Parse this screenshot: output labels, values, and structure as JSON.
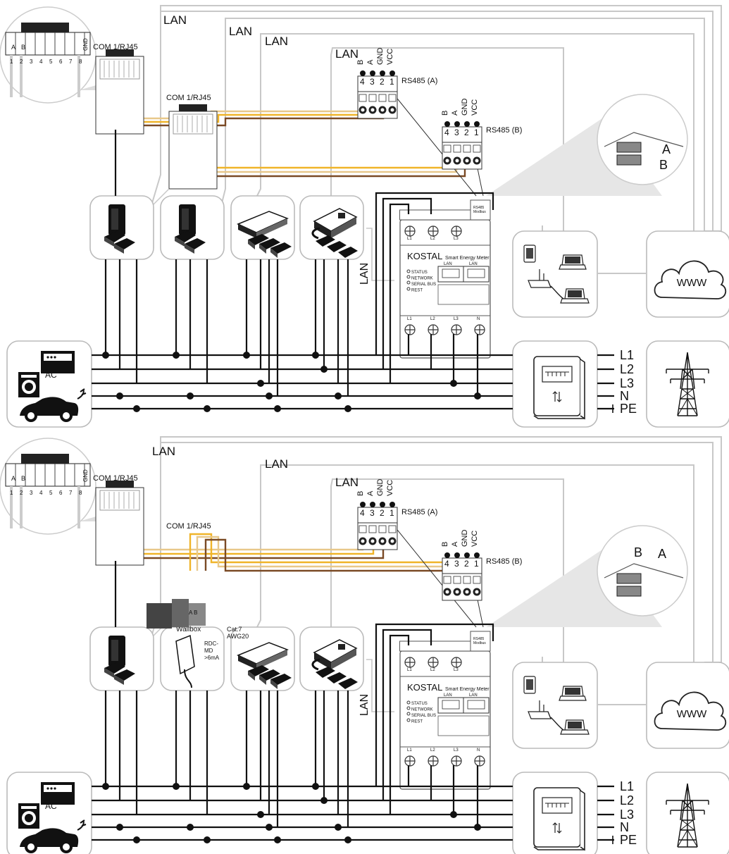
{
  "colors": {
    "lan": "#c8c8c8",
    "rs485_a": "#f0b429",
    "rs485_b": "#e8c88a",
    "gnd": "#7a4a25",
    "power": "#111111",
    "box_border": "#bbbbbb",
    "box_fill": "#ffffff"
  },
  "top": {
    "lan_labels": [
      "LAN",
      "LAN",
      "LAN",
      "LAN"
    ],
    "com_label_1": "COM 1/RJ45",
    "com_label_2": "COM 1/RJ45",
    "pin_labels": [
      "A",
      "B",
      "GND"
    ],
    "pin_numbers": [
      "1",
      "2",
      "3",
      "4",
      "5",
      "6",
      "7",
      "8"
    ],
    "terminal_a": {
      "label": "RS485 (A)",
      "pins": [
        "B",
        "A",
        "GND",
        "VCC"
      ],
      "numbers": [
        "4",
        "3",
        "2",
        "1"
      ]
    },
    "terminal_b": {
      "label": "RS485 (B)",
      "pins": [
        "B",
        "A",
        "GND",
        "VCC"
      ],
      "numbers": [
        "4",
        "3",
        "2",
        "1"
      ]
    },
    "zoom_labels": [
      "A",
      "B"
    ],
    "lan_vertical": "LAN"
  },
  "bottom": {
    "lan_labels": [
      "LAN",
      "LAN",
      "LAN"
    ],
    "com_label_1": "COM 1/RJ45",
    "com_label_2": "COM 1/RJ45",
    "terminal_a": {
      "label": "RS485 (A)",
      "pins": [
        "B",
        "A",
        "GND",
        "VCC"
      ],
      "numbers": [
        "4",
        "3",
        "2",
        "1"
      ]
    },
    "terminal_b": {
      "label": "RS485 (B)",
      "pins": [
        "B",
        "A",
        "GND",
        "VCC"
      ],
      "numbers": [
        "4",
        "3",
        "2",
        "1"
      ]
    },
    "zoom_labels": [
      "B",
      "A"
    ],
    "wallbox_label": "Wallbox",
    "rdc_label": [
      "RDC-",
      "MD",
      ">6mA"
    ],
    "cable_label": [
      "Cat.7",
      "AWG20"
    ],
    "lan_vertical": "LAN"
  },
  "meter": {
    "brand": "KOSTAL",
    "product": "Smart Energy Meter",
    "leds": [
      "STATUS",
      "NETWORK",
      "SERIAL BUS",
      "REST"
    ],
    "ports": [
      "LAN",
      "LAN"
    ],
    "rs485_tag": [
      "RS485",
      "Modbus"
    ],
    "top_terminals": [
      "L1",
      "L2",
      "L3"
    ],
    "bottom_terminals": [
      "L1",
      "L2",
      "L3",
      "N"
    ]
  },
  "grid_lines": [
    "L1",
    "L2",
    "L3",
    "N",
    "PE"
  ],
  "appliance_labels": {
    "ac": "AC"
  },
  "cloud_text": "WWW"
}
